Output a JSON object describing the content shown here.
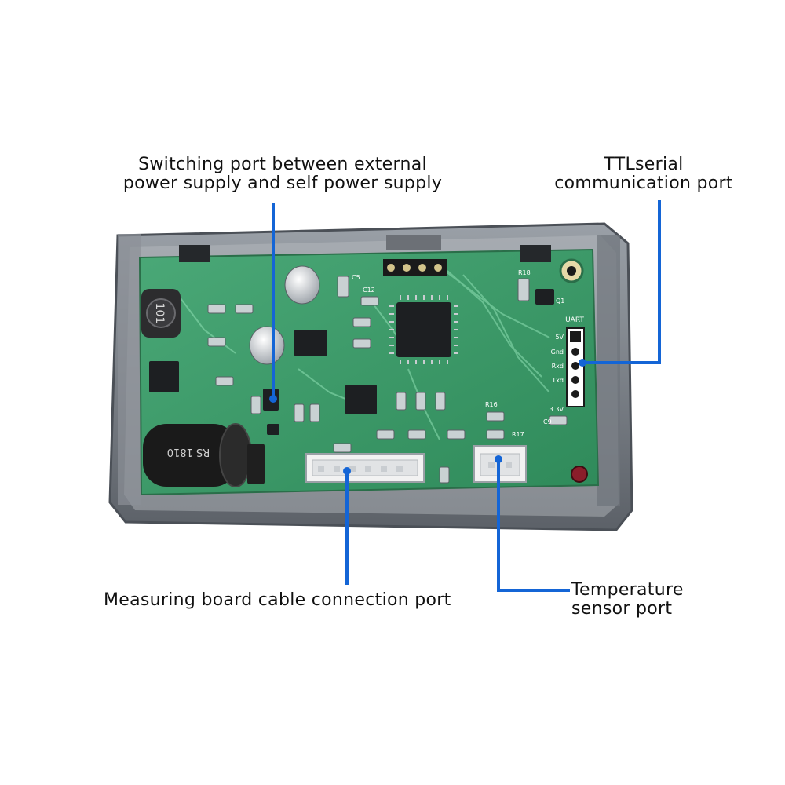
{
  "colors": {
    "pcb": "#3f9a6a",
    "pcb_light": "#6fc79a",
    "case": "#7d8289",
    "pointer": "#1465d6",
    "background": "#ffffff",
    "text": "#111111"
  },
  "board": {
    "inductor_text": "101",
    "capacitor_text": "RS 1810",
    "header_label": "UART",
    "pin_labels": [
      "5V",
      "Gnd",
      "Rxd",
      "Txd",
      "3.3V"
    ],
    "component_labels": [
      "C5",
      "C12",
      "R18",
      "Q1",
      "R16",
      "R17",
      "C9"
    ]
  },
  "callouts": {
    "switching": {
      "line1": "Switching port between external",
      "line2": "power supply and self power supply"
    },
    "ttl": {
      "line1": "TTLserial",
      "line2": "communication port"
    },
    "measuring": {
      "line1": "Measuring board cable connection port"
    },
    "temperature": {
      "line1": "Temperature",
      "line2": "sensor port"
    }
  }
}
